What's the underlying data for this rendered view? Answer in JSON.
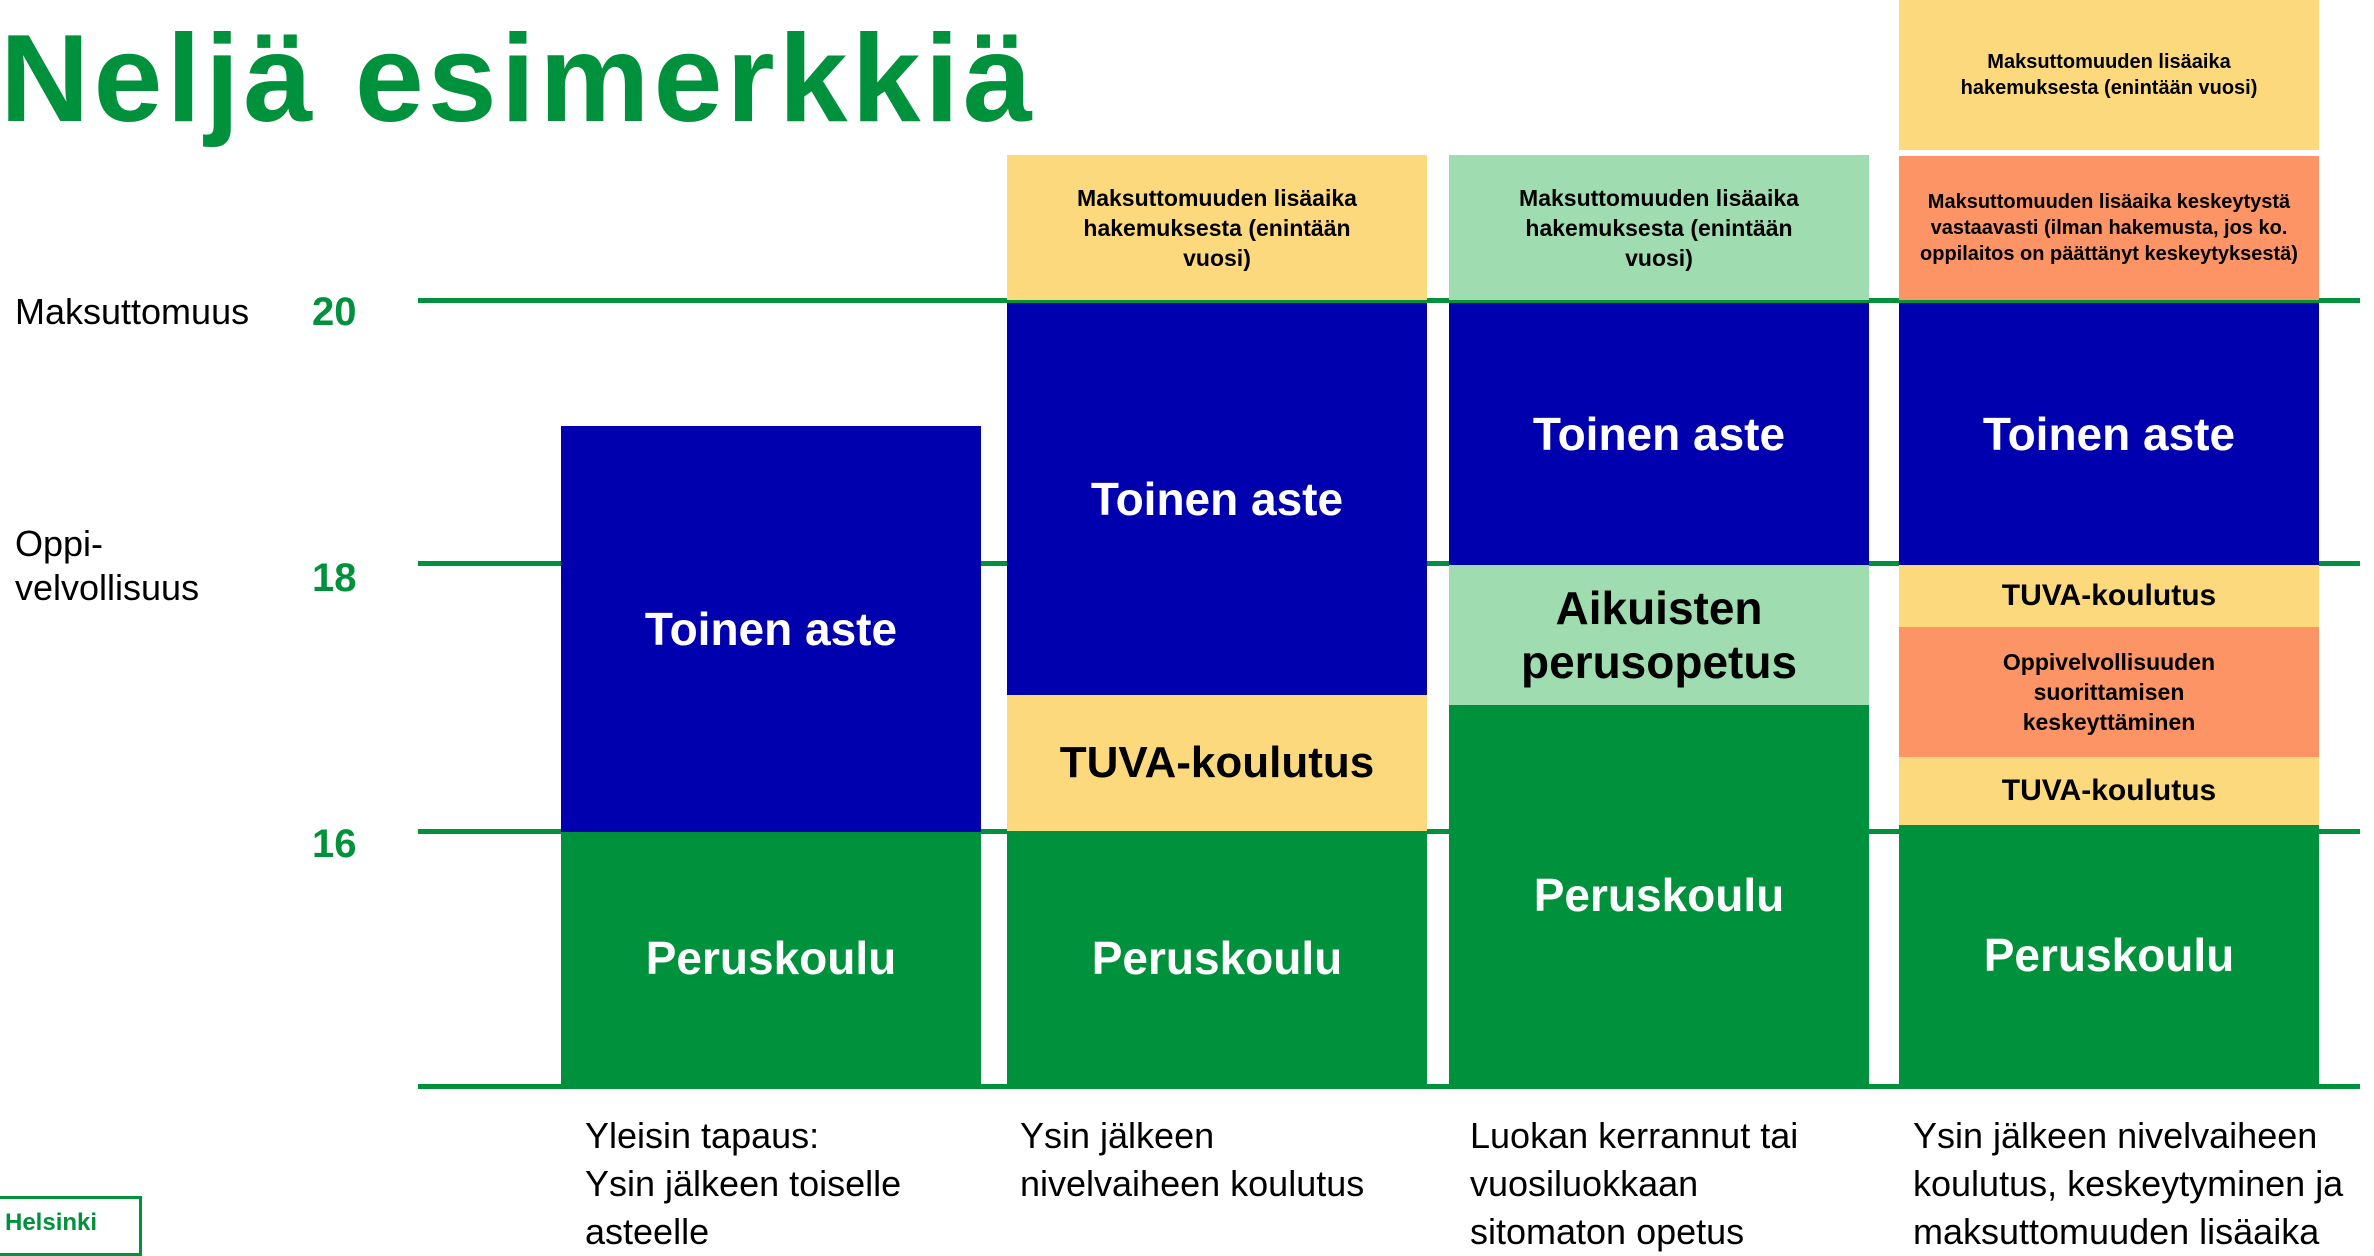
{
  "title": "Neljä esimerkkiä",
  "row_labels": {
    "maksuttomuus": "Maksuttomuus",
    "oppivelvollisuus": "Oppi-\nvelvollisuus"
  },
  "ages": {
    "a20": "20",
    "a18": "18",
    "a16": "16"
  },
  "columns": [
    {
      "blocks": {
        "toinen_aste": "Toinen aste",
        "peruskoulu": "Peruskoulu"
      },
      "caption": "Yleisin tapaus:\nYsin jälkeen toiselle\nasteelle"
    },
    {
      "blocks": {
        "lisaaika": "Maksuttomuuden lisäaika hakemuksesta (enintään vuosi)",
        "toinen_aste": "Toinen aste",
        "tuva": "TUVA-koulutus",
        "peruskoulu": "Peruskoulu"
      },
      "caption": "Ysin jälkeen\nnivelvaiheen  koulutus"
    },
    {
      "blocks": {
        "lisaaika": "Maksuttomuuden lisäaika hakemuksesta (enintään vuosi)",
        "toinen_aste": "Toinen aste",
        "aikuisten": "Aikuisten perusopetus",
        "peruskoulu": "Peruskoulu"
      },
      "caption": "Luokan kerrannut tai\nvuosiluokkaan\nsitomaton opetus"
    },
    {
      "blocks": {
        "lisaaika_haku": "Maksuttomuuden lisäaika hakemuksesta (enintään vuosi)",
        "lisaaika_keskeytys": "Maksuttomuuden lisäaika keskeytystä vastaavasti (ilman hakemusta, jos ko. oppilaitos on päättänyt keskeytyksestä)",
        "toinen_aste": "Toinen aste",
        "tuva_1": "TUVA-koulutus",
        "keskeyttaminen": "Oppivelvollisuuden suorittamisen keskeyttäminen",
        "tuva_2": "TUVA-koulutus",
        "peruskoulu": "Peruskoulu"
      },
      "caption": "Ysin jälkeen nivelvaiheen\nkoulutus, keskeytyminen ja\nmaksuttomuuden  lisäaika"
    }
  ],
  "logo": "Helsinki",
  "colors": {
    "green": "#00913c",
    "blue": "#0000ae",
    "yellow": "#fdd97e",
    "mint": "#9fdcb0",
    "orange": "#fc9466"
  }
}
